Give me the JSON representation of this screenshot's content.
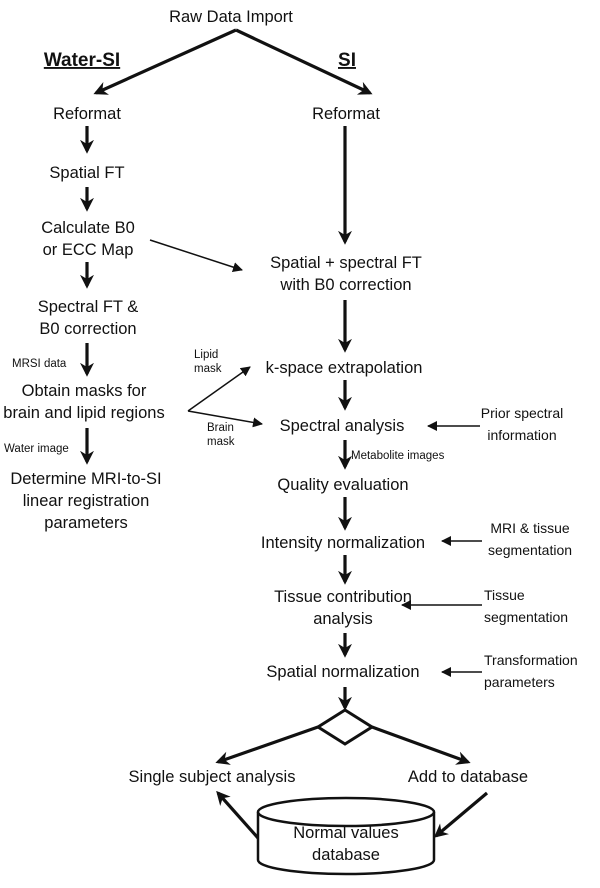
{
  "top": {
    "raw_data_import": "Raw Data Import"
  },
  "headers": {
    "water_si": "Water-SI",
    "si": "SI"
  },
  "water_si": {
    "reformat": "Reformat",
    "spatial_ft": "Spatial FT",
    "calc_b0_line1": "Calculate B0",
    "calc_b0_line2": "or ECC Map",
    "spectral_ft_line1": "Spectral FT &",
    "spectral_ft_line2": "B0 correction",
    "mrsi_data": "MRSI data",
    "masks_line1": "Obtain masks for",
    "masks_line2": "brain and lipid regions",
    "water_image": "Water image",
    "reg_line1": "Determine MRI-to-SI",
    "reg_line2": "linear registration",
    "reg_line3": "parameters"
  },
  "si": {
    "reformat": "Reformat",
    "spatial_spectral_line1": "Spatial + spectral FT",
    "spatial_spectral_line2": "with B0 correction",
    "lipid_mask_line1": "Lipid",
    "lipid_mask_line2": "mask",
    "kspace": "k-space extrapolation",
    "brain_mask_line1": "Brain",
    "brain_mask_line2": "mask",
    "spectral_analysis": "Spectral analysis",
    "prior_line1": "Prior spectral",
    "prior_line2": "information",
    "metabolite_images": "Metabolite images",
    "quality": "Quality evaluation",
    "intensity": "Intensity normalization",
    "mri_tissue_line1": "MRI & tissue",
    "mri_tissue_line2": "segmentation",
    "tissue_contrib_line1": "Tissue contribution",
    "tissue_contrib_line2": "analysis",
    "tissue_seg_line1": "Tissue",
    "tissue_seg_line2": "segmentation",
    "spatial_norm": "Spatial normalization",
    "transform_line1": "Transformation",
    "transform_line2": "parameters"
  },
  "outputs": {
    "single_subject": "Single subject analysis",
    "add_db": "Add to database",
    "db_line1": "Normal values",
    "db_line2": "database"
  }
}
